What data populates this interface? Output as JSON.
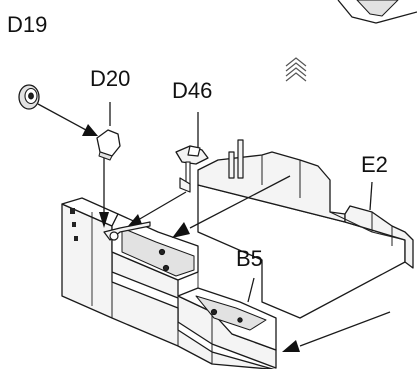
{
  "diagram": {
    "labels": {
      "d19": "D19",
      "d20": "D20",
      "d46": "D46",
      "e2": "E2",
      "b5": "B5"
    }
  }
}
